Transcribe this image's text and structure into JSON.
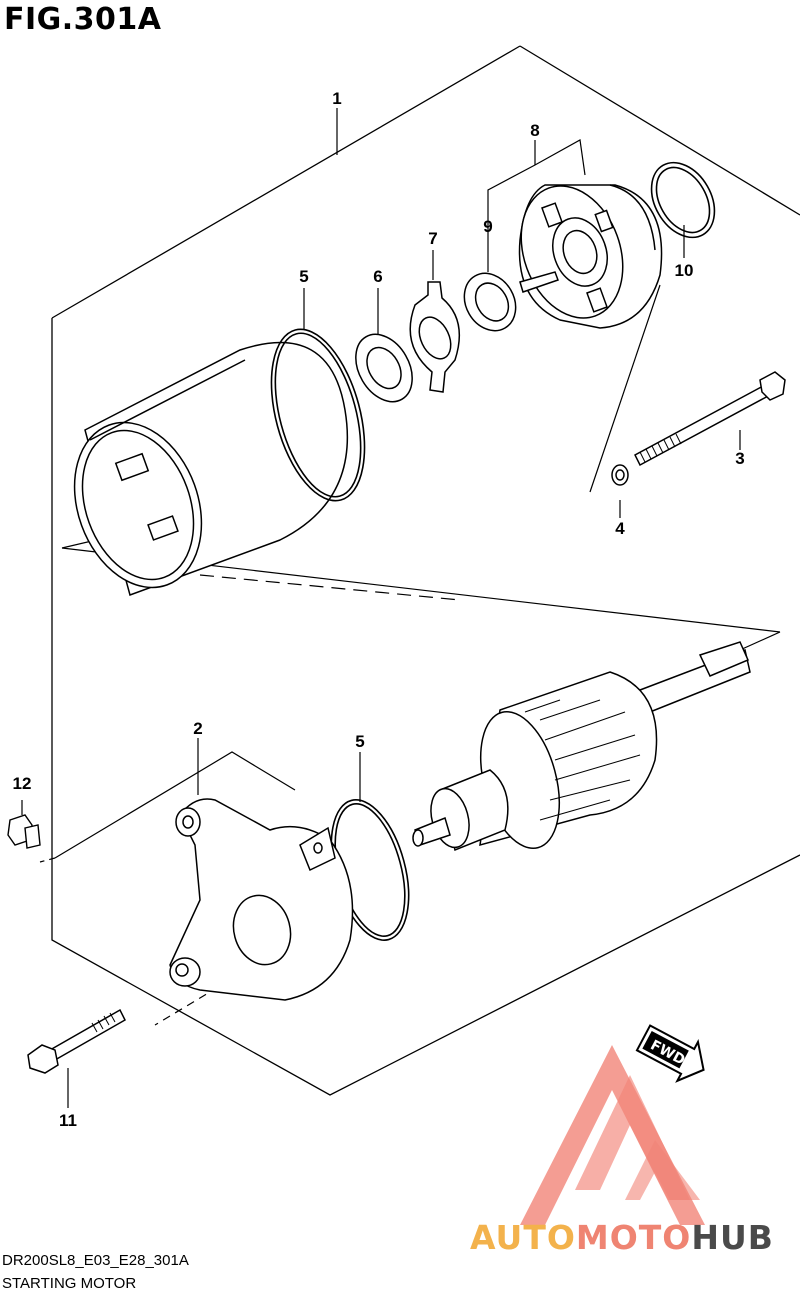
{
  "figure": {
    "title": "FIG.301A",
    "code": "DR200SL8_E03_E28_301A",
    "subtitle": "STARTING MOTOR"
  },
  "callouts": [
    {
      "number": "1",
      "part": "starting-motor-assembly"
    },
    {
      "number": "2",
      "part": "front-housing"
    },
    {
      "number": "3",
      "part": "housing-bolt"
    },
    {
      "number": "4",
      "part": "washer"
    },
    {
      "number": "5",
      "part": "o-ring"
    },
    {
      "number": "5",
      "part": "o-ring"
    },
    {
      "number": "6",
      "part": "washer"
    },
    {
      "number": "7",
      "part": "lock-plate"
    },
    {
      "number": "8",
      "part": "brush-holder-set"
    },
    {
      "number": "9",
      "part": "oil-seal"
    },
    {
      "number": "10",
      "part": "o-ring"
    },
    {
      "number": "11",
      "part": "mounting-bolt"
    },
    {
      "number": "12",
      "part": "nut"
    }
  ],
  "fwd_arrow": {
    "label": "FWD"
  },
  "watermark": {
    "part1": "AUTO",
    "part2": "MOTO",
    "part3": "HUB",
    "colors": {
      "auto": "#f3b24c",
      "moto": "#ef8472",
      "hub": "#4a4a4a",
      "logo": "#ef6f60"
    }
  }
}
